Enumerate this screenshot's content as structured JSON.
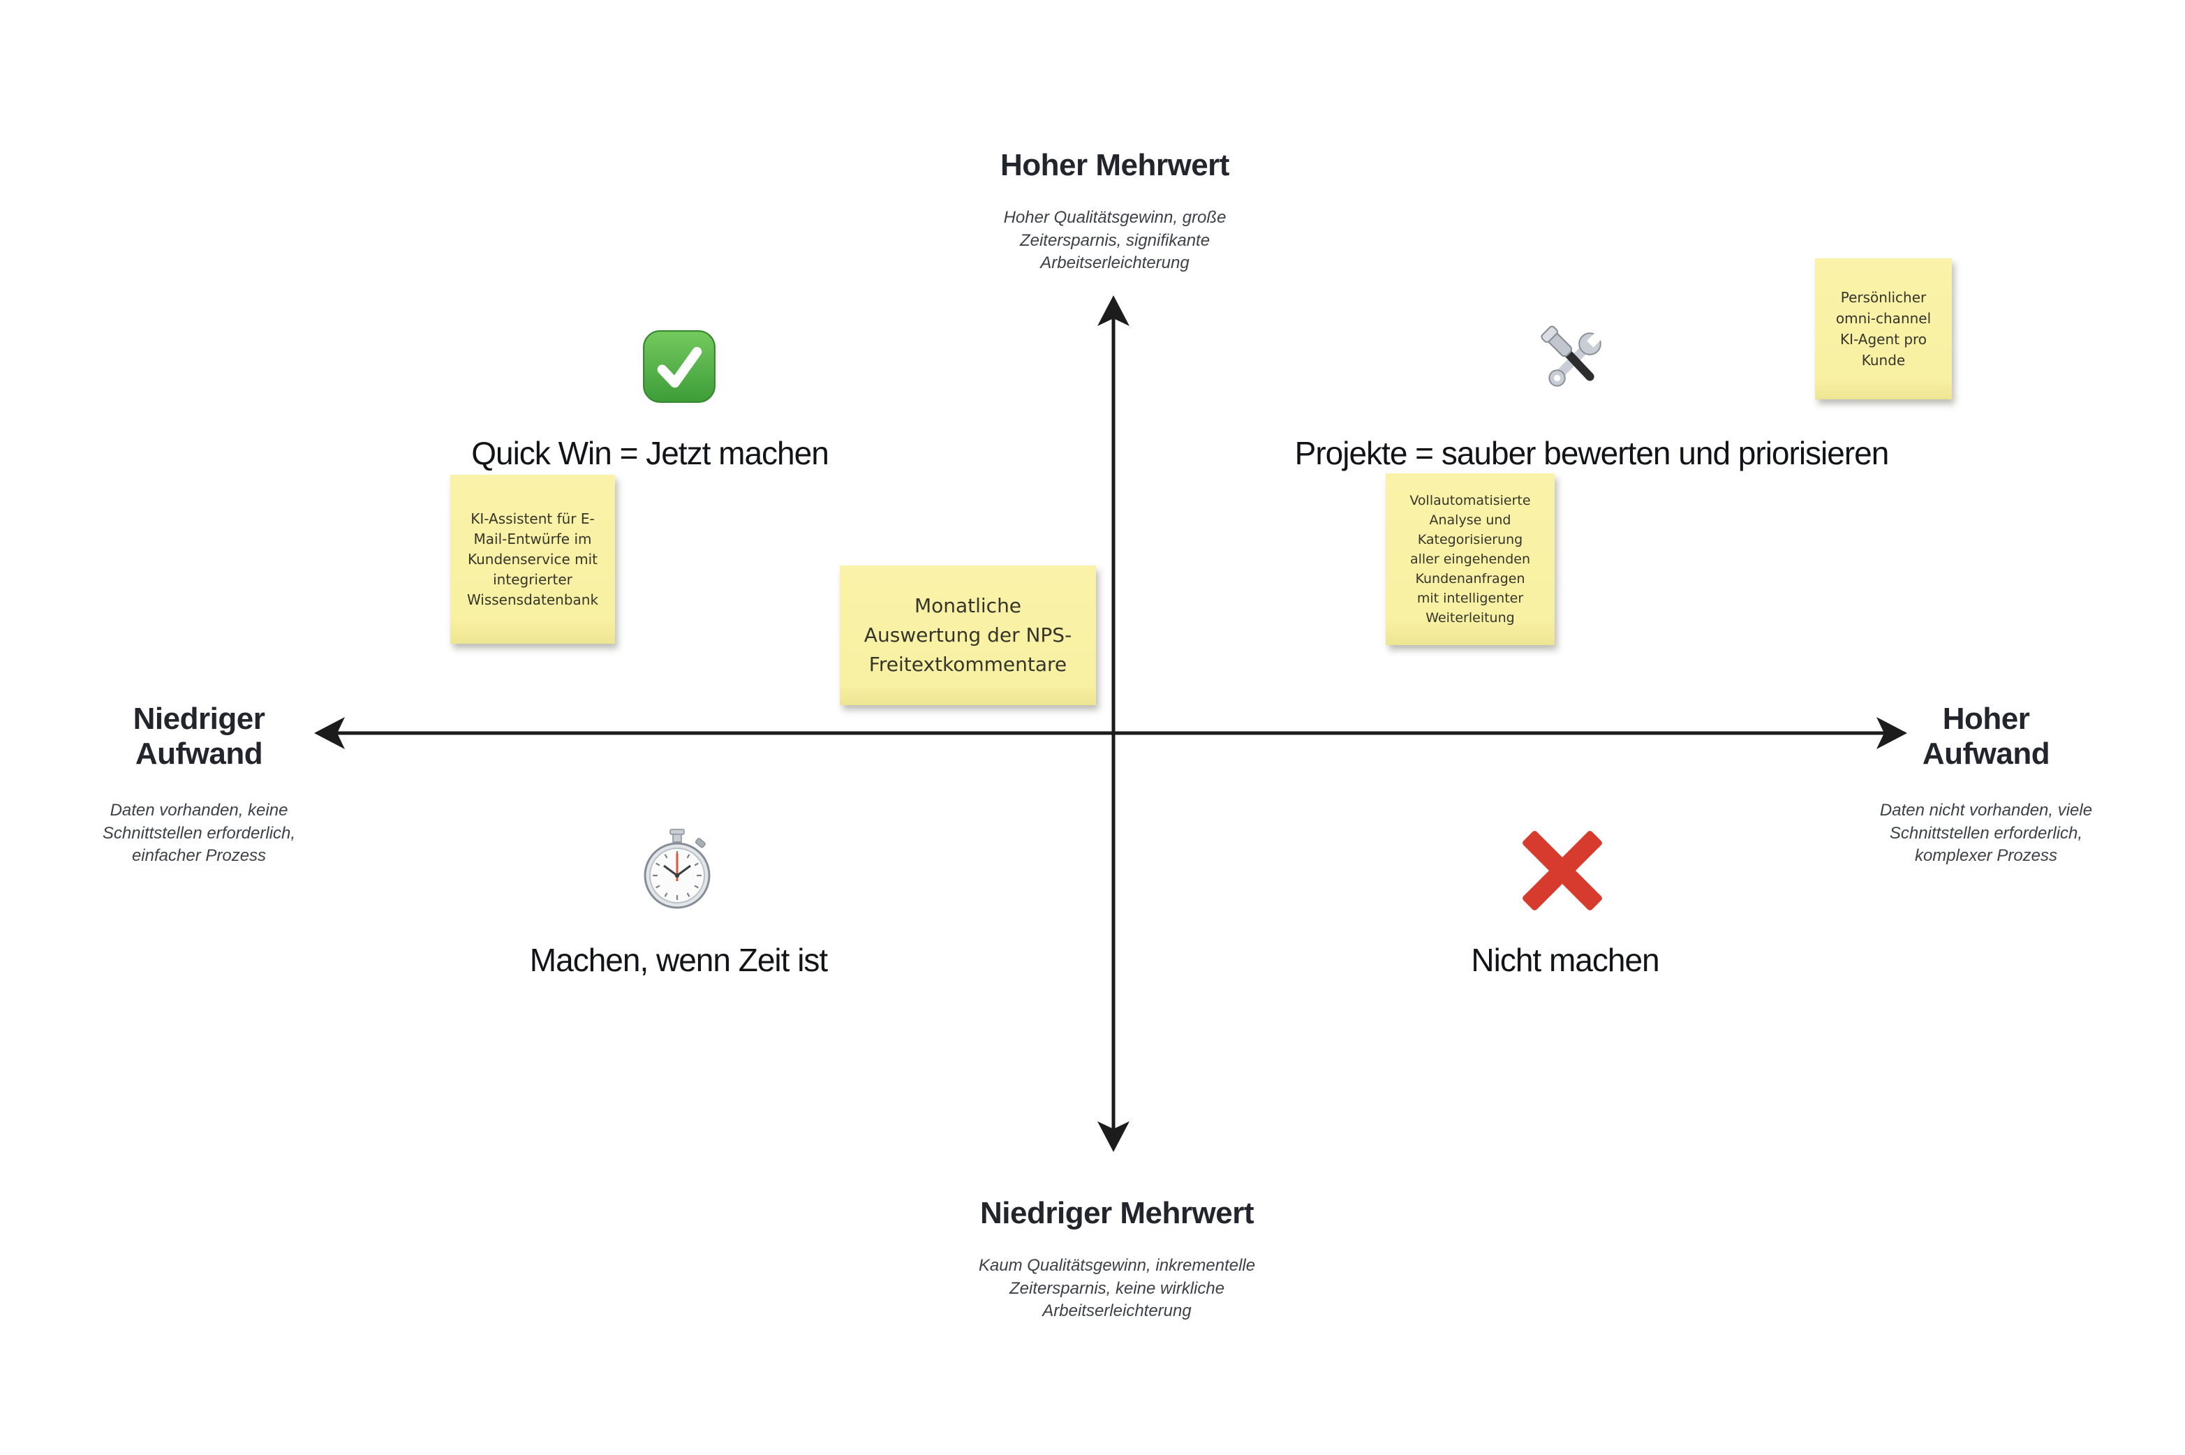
{
  "matrix": {
    "axes": {
      "top": {
        "title": "Hoher Mehrwert",
        "subtitle": "Hoher Qualitätsgewinn, große\nZeitersparnis, signifikante\nArbeitserleichterung"
      },
      "bottom": {
        "title": "Niedriger Mehrwert",
        "subtitle": "Kaum Qualitätsgewinn, inkrementelle\nZeitersparnis, keine wirkliche\nArbeitserleichterung"
      },
      "left": {
        "title": "Niedriger\nAufwand",
        "subtitle": "Daten vorhanden, keine\nSchnittstellen erforderlich,\neinfacher Prozess"
      },
      "right": {
        "title": "Hoher\nAufwand",
        "subtitle": "Daten nicht vorhanden, viele\nSchnittstellen erforderlich,\nkomplexer Prozess"
      }
    },
    "quadrants": {
      "top_left": {
        "icon": "check-mark-button",
        "label": "Quick Win = Jetzt machen"
      },
      "top_right": {
        "icon": "hammer-and-wrench",
        "label": "Projekte = sauber bewerten und priorisieren"
      },
      "bottom_left": {
        "icon": "stopwatch",
        "label": "Machen, wenn Zeit ist"
      },
      "bottom_right": {
        "icon": "cross-mark",
        "label": "Nicht machen"
      }
    },
    "notes": [
      {
        "text": "KI-Assistent für E-\nMail-Entwürfe im\nKundenservice mit\nintegrierter\nWissensdatenbank"
      },
      {
        "text": "Monatliche\nAuswertung der NPS-\nFreitextkommentare"
      },
      {
        "text": "Vollautomatisierte\nAnalyse und\nKategorisierung\naller eingehenden\nKundenanfragen\nmit intelligenter\nWeiterleitung"
      },
      {
        "text": "Persönlicher\nomni-channel\nKI-Agent pro\nKunde"
      }
    ],
    "colors": {
      "sticky_yellow": "#f8f0a2",
      "cross_red": "#d63b2e",
      "check_green": "#4ca63f",
      "axis_line": "#1c1c1c",
      "title_text": "#22252b",
      "note_text": "#35352b"
    }
  }
}
